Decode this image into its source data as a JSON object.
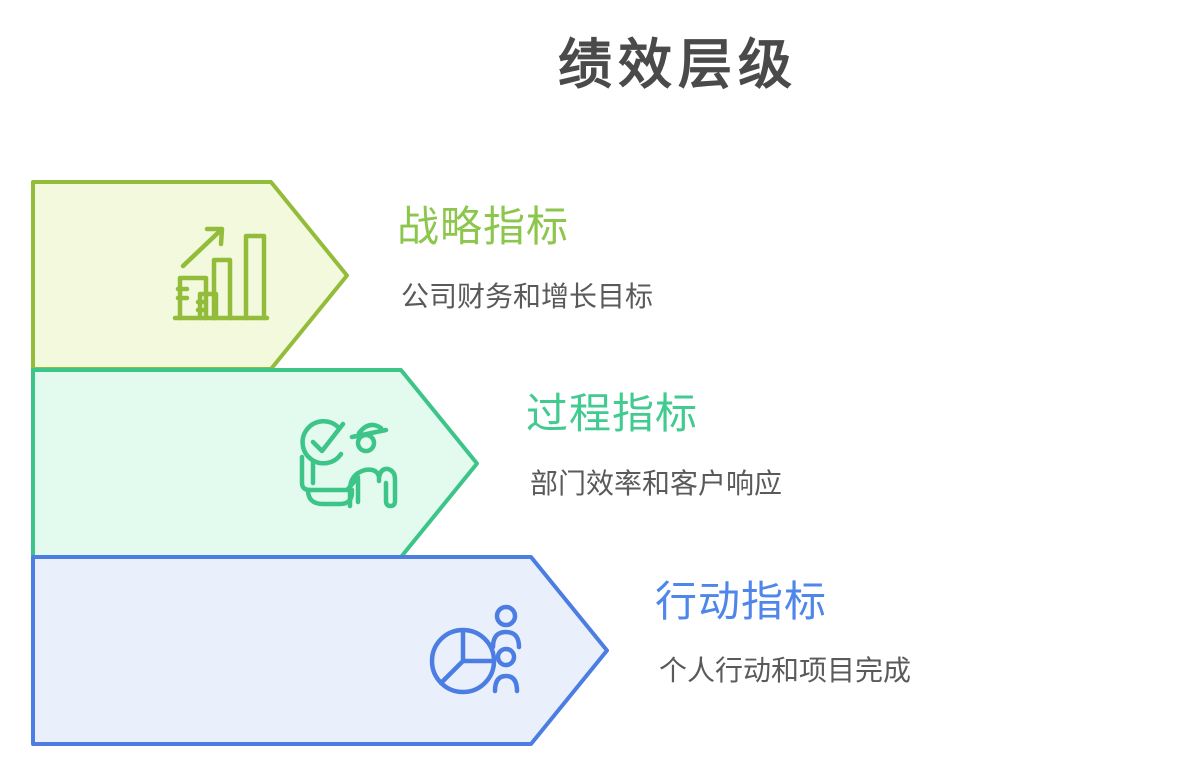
{
  "page": {
    "title": "绩效层级",
    "title_color": "#4A4A4A",
    "background_color": "#FFFFFF"
  },
  "description_color": "#5A5A5A",
  "levels": [
    {
      "title": "战略指标",
      "description": "公司财务和增长目标",
      "icon": "growth-chart-icon",
      "border_color": "#92BC3A",
      "fill_color": "#F2F9DC",
      "title_color": "#8DC64C"
    },
    {
      "title": "过程指标",
      "description": "部门效率和客户响应",
      "icon": "officer-check-icon",
      "border_color": "#3CC489",
      "fill_color": "#E3FAEE",
      "title_color": "#41CB90"
    },
    {
      "title": "行动指标",
      "description": "个人行动和项目完成",
      "icon": "pie-chart-people-icon",
      "border_color": "#4C7DE2",
      "fill_color": "#E9F0FC",
      "title_color": "#4E86EA"
    }
  ]
}
